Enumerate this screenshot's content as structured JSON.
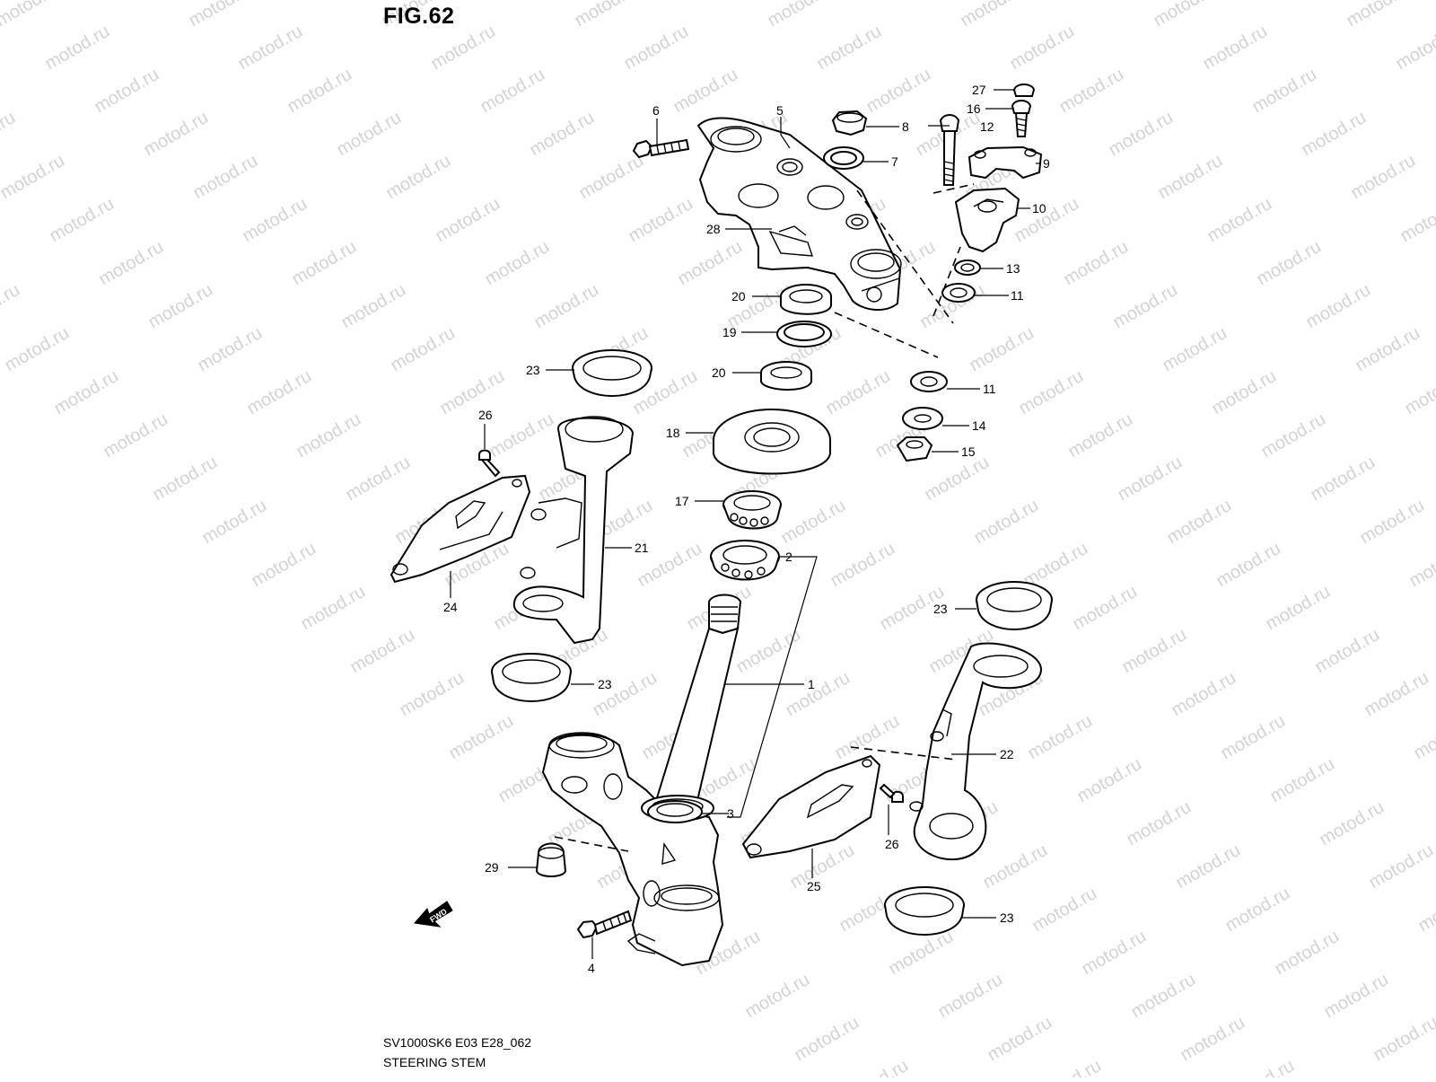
{
  "figure": {
    "title": "FIG.62",
    "model_code": "SV1000SK6 E03 E28_062",
    "name": "STEERING STEM"
  },
  "watermark": "motod.ru",
  "fwd_badge": "FWD",
  "callouts": [
    {
      "id": "c27",
      "label": "27"
    },
    {
      "id": "c16",
      "label": "16"
    },
    {
      "id": "c6",
      "label": "6"
    },
    {
      "id": "c5",
      "label": "5"
    },
    {
      "id": "c8",
      "label": "8"
    },
    {
      "id": "c12",
      "label": "12"
    },
    {
      "id": "c7",
      "label": "7"
    },
    {
      "id": "c9",
      "label": "9"
    },
    {
      "id": "c10",
      "label": "10"
    },
    {
      "id": "c28",
      "label": "28"
    },
    {
      "id": "c13",
      "label": "13"
    },
    {
      "id": "c20a",
      "label": "20"
    },
    {
      "id": "c11a",
      "label": "11"
    },
    {
      "id": "c19",
      "label": "19"
    },
    {
      "id": "c20b",
      "label": "20"
    },
    {
      "id": "c23a",
      "label": "23"
    },
    {
      "id": "c11b",
      "label": "11"
    },
    {
      "id": "c26a",
      "label": "26"
    },
    {
      "id": "c14",
      "label": "14"
    },
    {
      "id": "c18",
      "label": "18"
    },
    {
      "id": "c15",
      "label": "15"
    },
    {
      "id": "c17",
      "label": "17"
    },
    {
      "id": "c21",
      "label": "21"
    },
    {
      "id": "c2",
      "label": "2"
    },
    {
      "id": "c24",
      "label": "24"
    },
    {
      "id": "c23b",
      "label": "23"
    },
    {
      "id": "c23c",
      "label": "23"
    },
    {
      "id": "c1",
      "label": "1"
    },
    {
      "id": "c22",
      "label": "22"
    },
    {
      "id": "c3",
      "label": "3"
    },
    {
      "id": "c26b",
      "label": "26"
    },
    {
      "id": "c29",
      "label": "29"
    },
    {
      "id": "c25",
      "label": "25"
    },
    {
      "id": "c23d",
      "label": "23"
    },
    {
      "id": "c4",
      "label": "4"
    }
  ]
}
